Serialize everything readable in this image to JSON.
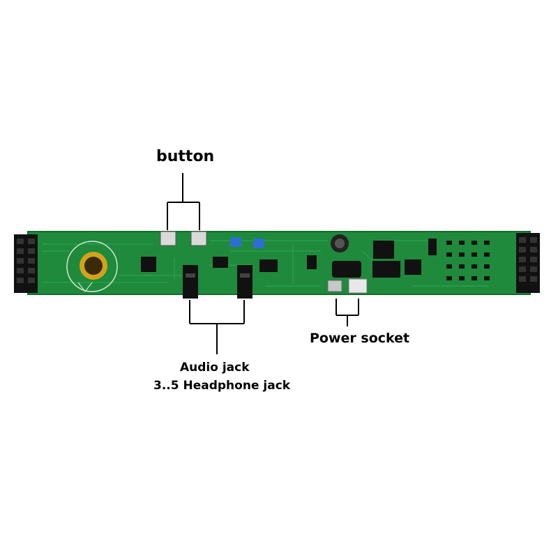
{
  "annotations": {
    "button_label": "button",
    "power_label": "Power socket",
    "audio_label_line1": "Audio jack",
    "audio_label_line2": "3..5 Headphone jack"
  },
  "colors": {
    "background": "#ffffff",
    "pcb_green": "#1f8a3c",
    "pcb_dark": "#156b2c",
    "silkscreen": "#cfe8d2",
    "header_black": "#111111",
    "battery_gold": "#d4a21a",
    "line": "#000000"
  },
  "icons": {
    "left_header": "pin-header-icon",
    "right_header": "pin-header-icon",
    "battery": "coin-cell-battery-icon",
    "buttons": "tactile-button-icon",
    "jacks": "audio-jack-icon",
    "power": "power-socket-icon"
  }
}
